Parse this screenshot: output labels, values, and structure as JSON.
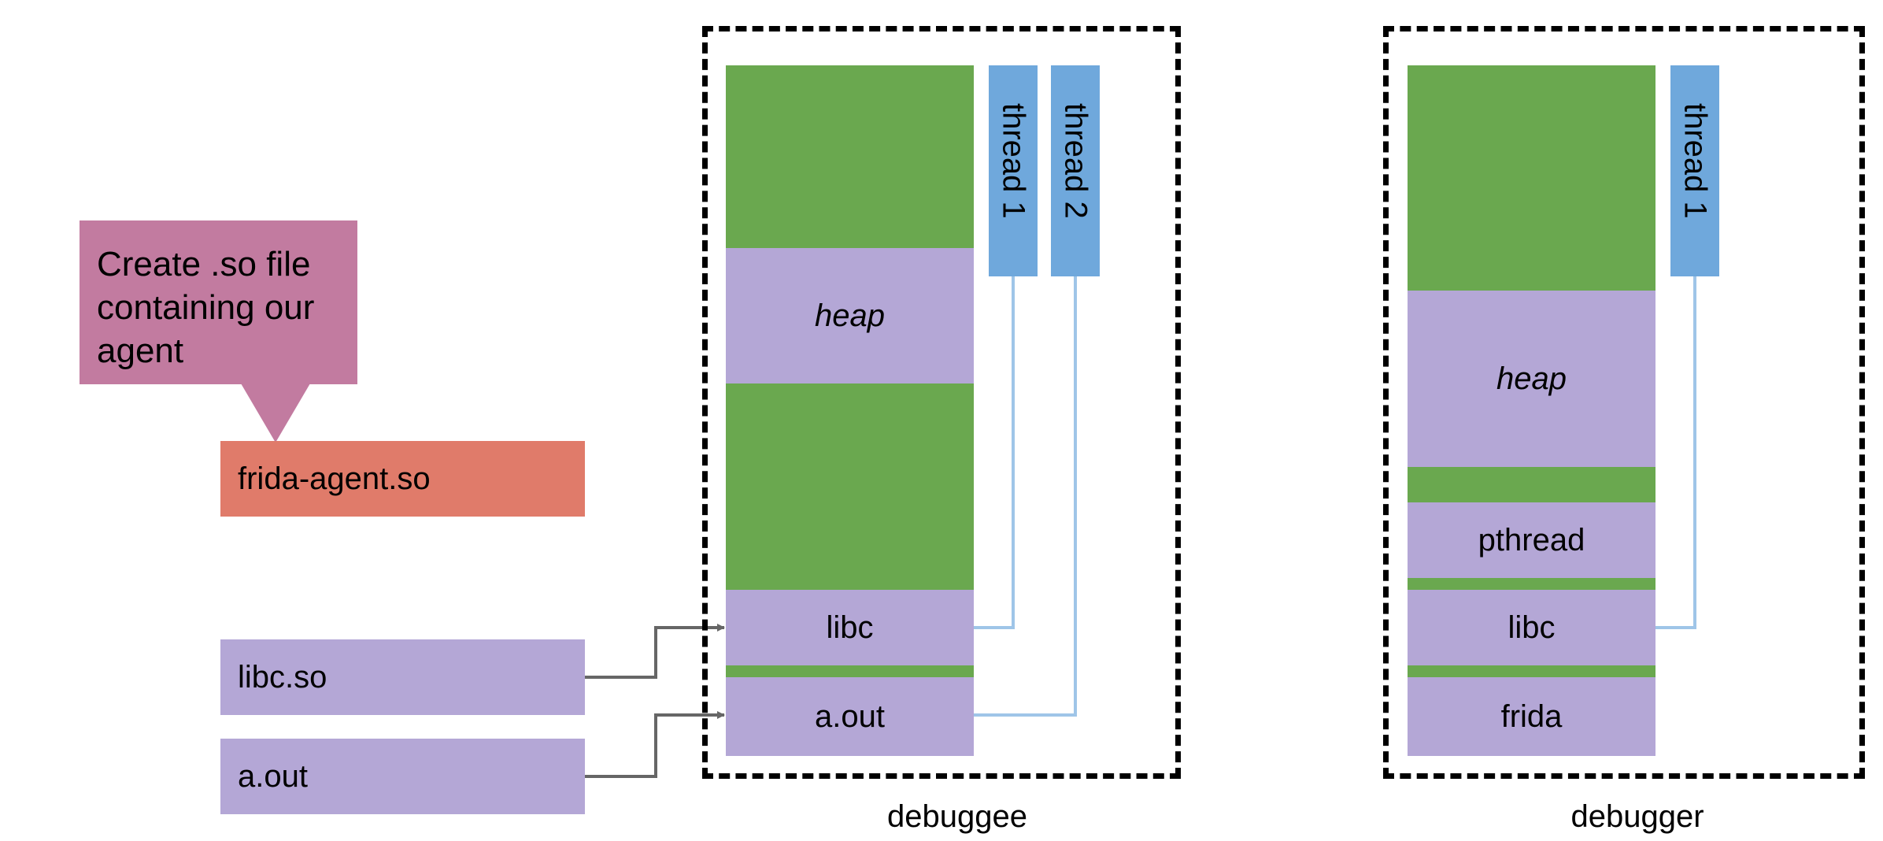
{
  "callout": {
    "text": "Create .so file containing our agent"
  },
  "files": {
    "agent": "frida-agent.so",
    "libc": "libc.so",
    "aout": "a.out"
  },
  "debuggee": {
    "caption": "debuggee",
    "heap": "heap",
    "libc": "libc",
    "aout": "a.out",
    "thread1": "thread 1",
    "thread2": "thread 2"
  },
  "debugger": {
    "caption": "debugger",
    "heap": "heap",
    "pthread": "pthread",
    "libc": "libc",
    "frida": "frida",
    "thread1": "thread 1"
  },
  "colors": {
    "memory_free": "#6aa84f",
    "module": "#b4a7d6",
    "thread": "#6fa8dc",
    "agent": "#e07b6a",
    "callout": "#c27ba0"
  }
}
